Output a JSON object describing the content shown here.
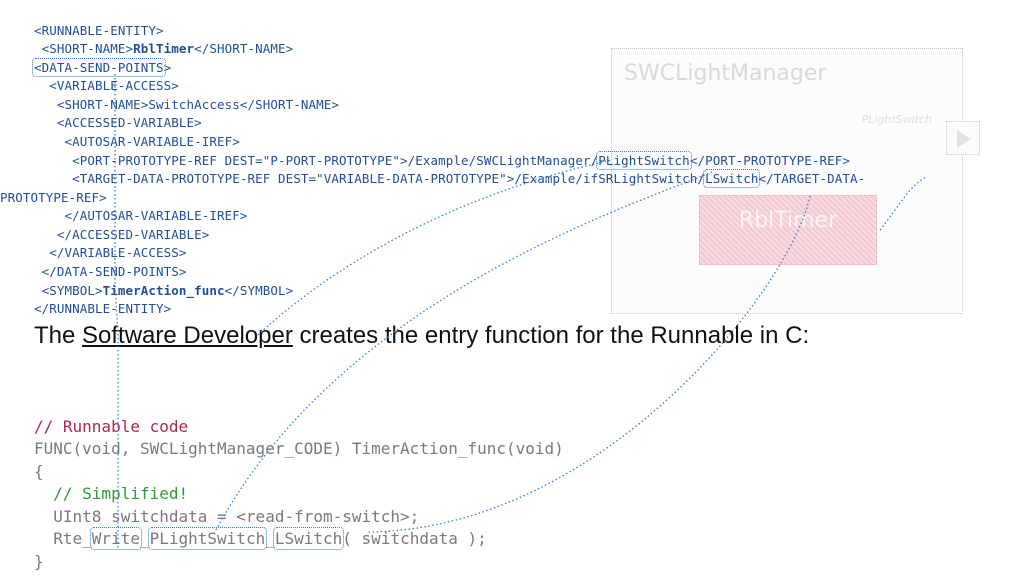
{
  "xml": {
    "l1": "<RUNNABLE-ENTITY>",
    "l2_pre": " <SHORT-NAME>",
    "l2_name": "RblTimer",
    "l2_post": "</SHORT-NAME>",
    "l3_hl": "<DATA-SEND-POINTS",
    "l3_post": ">",
    "l4": "  <VARIABLE-ACCESS>",
    "l5": "   <SHORT-NAME>SwitchAccess</SHORT-NAME>",
    "l6": "   <ACCESSED-VARIABLE>",
    "l7": "    <AUTOSAR-VARIABLE-IREF>",
    "l8_pre": "     <PORT-PROTOTYPE-REF DEST=\"P-PORT-PROTOTYPE\">/Example/SWCLightManager/",
    "l8_hl": "PLightSwitch",
    "l8_post": "</PORT-PROTOTYPE-REF>",
    "l9_pre": "     <TARGET-DATA-PROTOTYPE-REF DEST=\"VARIABLE-DATA-PROTOTYPE\">/Example/ifSRLightSwitch/",
    "l9_hl": "LSwitch",
    "l9_post": "</TARGET-DATA-",
    "l10": "PROTOTYPE-REF>",
    "l11": "    </AUTOSAR-VARIABLE-IREF>",
    "l12": "   </ACCESSED-VARIABLE>",
    "l13": "  </VARIABLE-ACCESS>",
    "l14": " </DATA-SEND-POINTS>",
    "l15_pre": " <SYMBOL>",
    "l15_name": "TimerAction_func",
    "l15_post": "</SYMBOL>",
    "l16": "</RUNNABLE-ENTITY>"
  },
  "diagram": {
    "title": "SWCLightManager",
    "port_label": "PLightSwitch",
    "runnable_label": "RblTimer"
  },
  "caption": {
    "pre": "The ",
    "role": "Software Developer",
    "post": " creates the entry function for the Runnable in C:"
  },
  "code": {
    "c1": "// Runnable code",
    "c2": "FUNC(void, SWCLightManager_CODE) TimerAction_func(void)",
    "c3": "{",
    "c4": "  // Simplified!",
    "c5": "  UInt8 switchdata = <read-from-switch>;",
    "c6_pre": "  Rte_",
    "c6_write": "Write",
    "c6_sep1": "_",
    "c6_port": "PLightSwitch",
    "c6_sep2": "_",
    "c6_elem": "LSwitch",
    "c6_post": "( switchdata );",
    "c7": "}"
  },
  "colors": {
    "xml_text": "#1f4e9a",
    "highlight": "#2f7fd8",
    "code_text": "#7a7a7a",
    "comment_red": "#b0274a",
    "comment_green": "#2e9c2e"
  }
}
